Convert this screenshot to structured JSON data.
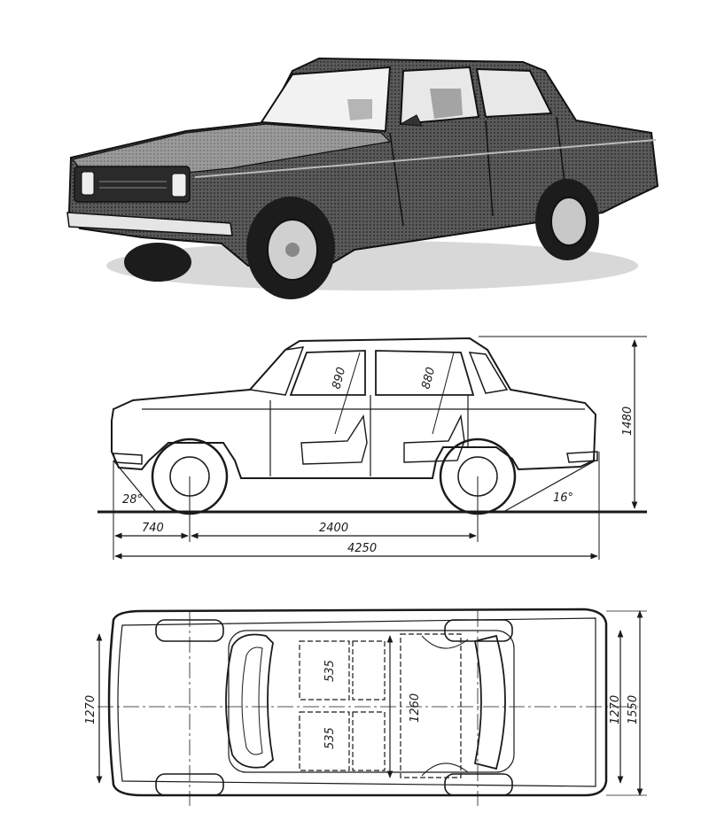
{
  "side_view": {
    "seat_height_front": "890",
    "seat_height_rear": "880",
    "height": "1480",
    "approach_angle": "28°",
    "departure_angle": "16°",
    "front_overhang": "740",
    "wheelbase": "2400",
    "length": "4250"
  },
  "top_view": {
    "front_track": "1270",
    "seat_width_top": "535",
    "seat_width_bottom": "535",
    "interior_width": "1260",
    "rear_track": "1270",
    "width": "1550"
  },
  "colors": {
    "line": "#1a1a1a",
    "photo_body": "#4a4a4a",
    "photo_glass": "#f2f2f2"
  }
}
